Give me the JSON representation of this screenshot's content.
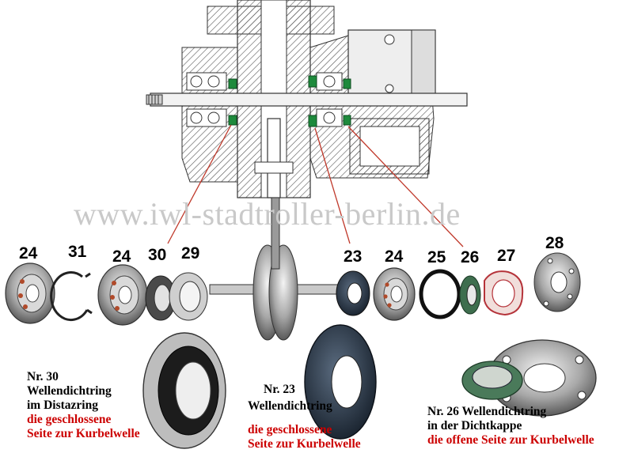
{
  "watermark": "www.iwl-stadtroller-berlin.de",
  "part_numbers": {
    "p24a": "24",
    "p31": "31",
    "p24b": "24",
    "p30": "30",
    "p29": "29",
    "p23": "23",
    "p24c": "24",
    "p25": "25",
    "p26": "26",
    "p27": "27",
    "p28": "28"
  },
  "captions": {
    "nr30": {
      "line1": "Nr. 30",
      "line2": "Wellendichtring",
      "line3": "im Distazring",
      "line4": "die geschlossene",
      "line5": "Seite zur Kurbelwelle"
    },
    "nr23": {
      "line1": "Nr. 23",
      "line2": "Wellendichtring",
      "line3": "die geschlossene",
      "line4": "Seite zur Kurbelwelle"
    },
    "nr26": {
      "line1": "Nr. 26 Wellendichtring",
      "line2": "in der Dichtkappe",
      "line3": "die offene Seite zur Kurbelwelle"
    }
  },
  "colors": {
    "seal_green": "#1e8a3c",
    "leader_red": "#c0392b",
    "caption_red": "#cc0000"
  }
}
